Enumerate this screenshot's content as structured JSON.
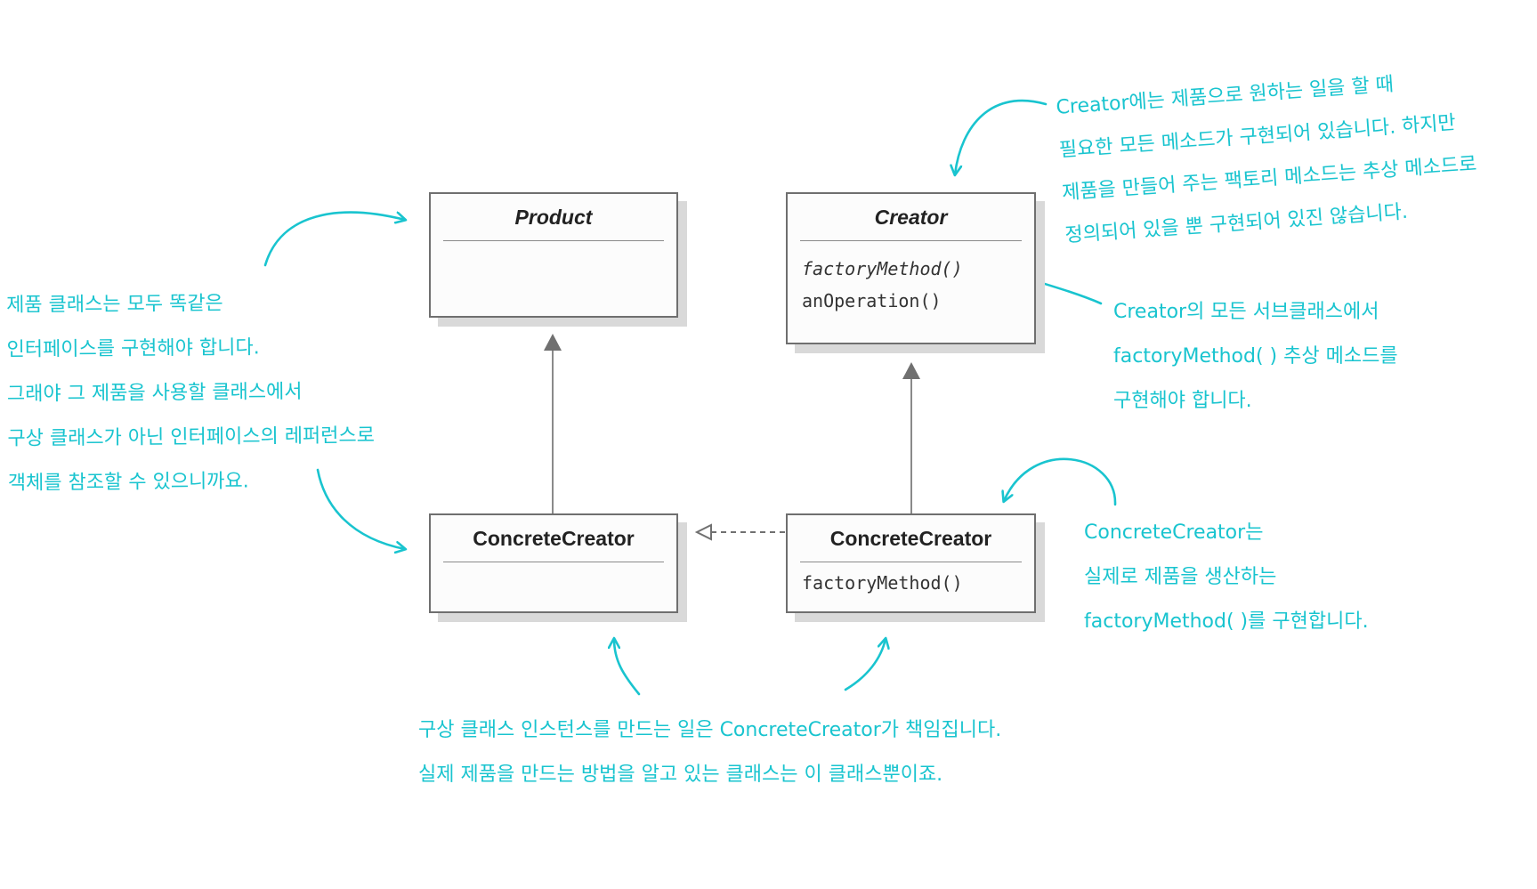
{
  "diagram": {
    "classes": {
      "product": {
        "name": "Product",
        "operations": []
      },
      "creator": {
        "name": "Creator",
        "operations": [
          "factoryMethod()",
          "anOperation()"
        ]
      },
      "concrete_product": {
        "name": "ConcreteCreator",
        "operations": []
      },
      "concrete_creator": {
        "name": "ConcreteCreator",
        "operations": [
          "factoryMethod()"
        ]
      }
    },
    "annotations": {
      "product_note": [
        "제품 클래스는 모두 똑같은",
        "인터페이스를 구현해야 합니다.",
        "그래야 그 제품을 사용할 클래스에서",
        "구상 클래스가 아닌 인터페이스의 레퍼런스로",
        "객체를 참조할 수 있으니까요."
      ],
      "creator_note": [
        "Creator에는 제품으로 원하는 일을 할 때",
        "필요한 모든 메소드가 구현되어 있습니다. 하지만",
        "제품을 만들어 주는 팩토리 메소드는 추상 메소드로",
        "정의되어 있을 뿐 구현되어 있진 않습니다."
      ],
      "subclass_note": [
        "Creator의 모든 서브클래스에서",
        "factoryMethod( ) 추상 메소드를",
        "구현해야 합니다."
      ],
      "concrete_creator_note": [
        "ConcreteCreator는",
        "실제로 제품을 생산하는",
        "factoryMethod( )를 구현합니다."
      ],
      "bottom_note": [
        "구상 클래스 인스턴스를 만드는 일은 ConcreteCreator가 책임집니다.",
        "실제 제품을 만드는 방법을 알고 있는 클래스는 이 클래스뿐이죠."
      ]
    }
  },
  "colors": {
    "annotation": "#19c4cf",
    "uml_line": "#6f6f6f",
    "box_shadow": "#d9d9d9"
  }
}
